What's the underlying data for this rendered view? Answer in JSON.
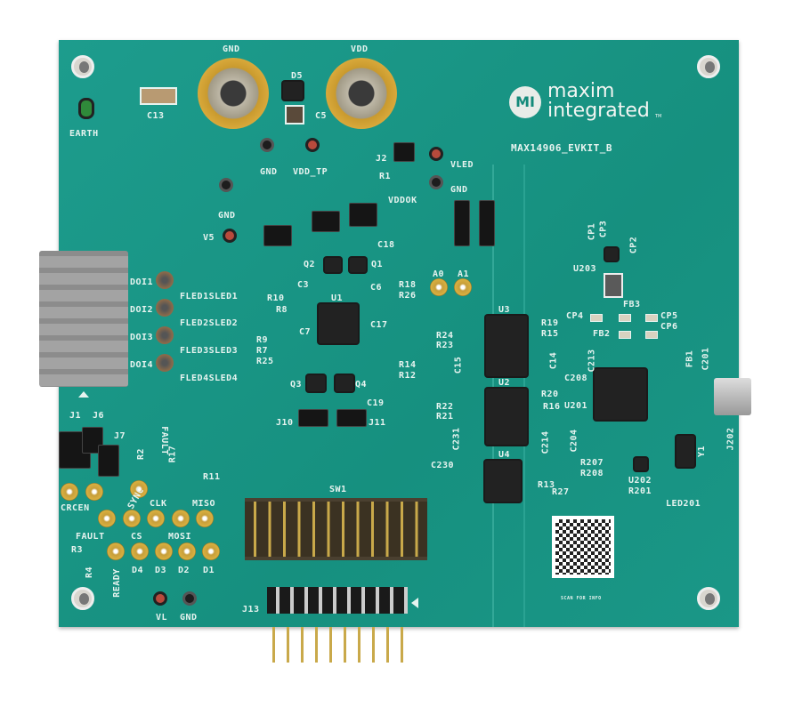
{
  "colors": {
    "board": "#1a9787",
    "silkscreen": "#e6f3ef",
    "gold": "#d9a93b"
  },
  "logo": {
    "brand_line1": "maxim",
    "brand_line2": "integrated",
    "tm": "TM",
    "mark": "MI"
  },
  "board_name": "MAX14906_EVKIT_B",
  "qr_caption": "SCAN FOR INFO",
  "labels": {
    "gnd_lug": "GND",
    "vdd_lug": "VDD",
    "earth": "EARTH",
    "c13": "C13",
    "d5": "D5",
    "c5": "C5",
    "gnd_tp1": "GND",
    "vdd_tp": "VDD_TP",
    "gnd_tp2": "GND",
    "v5": "V5",
    "j2": "J2",
    "r1": "R1",
    "vddok": "VDDOK",
    "vled": "VLED",
    "gnd_tp3": "GND",
    "c18": "C18",
    "q2": "Q2",
    "q1": "Q1",
    "c3": "C3",
    "c6": "C6",
    "r10": "R10",
    "r8": "R8",
    "u1": "U1",
    "c7": "C7",
    "c17": "C17",
    "r18": "R18",
    "r26": "R26",
    "r9": "R9",
    "r7": "R7",
    "r25": "R25",
    "r14": "R14",
    "r12": "R12",
    "q3": "Q3",
    "q4": "Q4",
    "c19": "C19",
    "j10": "J10",
    "j11": "J11",
    "doi1": "DOI1",
    "doi2": "DOI2",
    "doi3": "DOI3",
    "doi4": "DOI4",
    "led1": "FLED1SLED1",
    "led2": "FLED2SLED2",
    "led3": "FLED3SLED3",
    "led4": "FLED4SLED4",
    "j1": "J1",
    "j6": "J6",
    "j7": "J7",
    "r2": "R2",
    "fault1": "FAULT",
    "r17": "R17",
    "r11": "R11",
    "crcen": "CRCEN",
    "sync": "SYNC",
    "clk": "CLK",
    "miso": "MISO",
    "fault2": "FAULT",
    "cs": "CS",
    "mosi": "MOSI",
    "r3": "R3",
    "r4": "R4",
    "ready": "READY",
    "d4": "D4",
    "d3": "D3",
    "d2": "D2",
    "d1": "D1",
    "vl": "VL",
    "gnd_tp4": "GND",
    "sw1": "SW1",
    "j13": "J13",
    "a0": "A0",
    "a1": "A1",
    "u3": "U3",
    "u2": "U2",
    "u4": "U4",
    "r24": "R24",
    "r23": "R23",
    "c15": "C15",
    "r19": "R19",
    "r15": "R15",
    "c14": "C14",
    "r22": "R22",
    "r21": "R21",
    "c231": "C231",
    "r20": "R20",
    "r16": "R16",
    "c214": "C214",
    "c230": "C230",
    "r13": "R13",
    "r27": "R27",
    "cp1": "CP1",
    "cp3": "CP3",
    "cp2": "CP2",
    "u203": "U203",
    "fb3": "FB3",
    "cp4": "CP4",
    "cp5": "CP5",
    "cp6": "CP6",
    "fb2": "FB2",
    "c213": "C213",
    "c208": "C208",
    "u201": "U201",
    "c204": "C204",
    "r207": "R207",
    "r208": "R208",
    "u202": "U202",
    "r201": "R201",
    "led201": "LED201",
    "y1": "Y1",
    "j202": "J202",
    "fb1": "FB1",
    "c201": "C201"
  }
}
